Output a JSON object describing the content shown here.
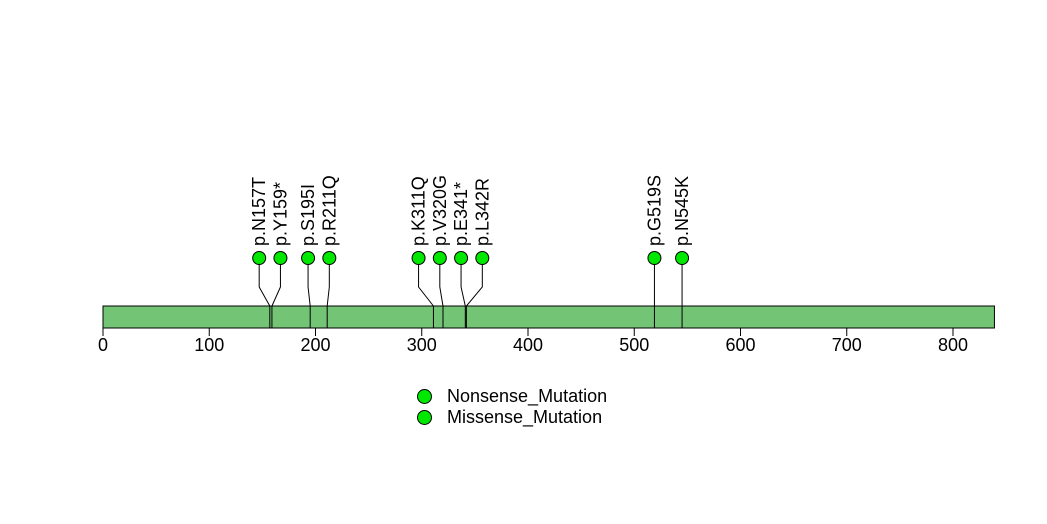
{
  "background_color": "#ffffff",
  "chart_data": {
    "type": "lollipop",
    "title": "",
    "protein": {
      "start": 0,
      "end": 839,
      "bar_color": "#74C476",
      "bar_border_color": "#000000"
    },
    "axis": {
      "ticks": [
        0,
        100,
        200,
        300,
        400,
        500,
        600,
        700,
        800
      ],
      "tick_color": "#000000",
      "label_color": "#000000"
    },
    "marker": {
      "fill": "#00E800",
      "stroke": "#000000"
    },
    "mutations": [
      {
        "label": "p.N157T",
        "position": 157,
        "label_anchor": 147,
        "type": "Missense_Mutation"
      },
      {
        "label": "p.Y159*",
        "position": 159,
        "label_anchor": 167,
        "type": "Nonsense_Mutation"
      },
      {
        "label": "p.S195I",
        "position": 195,
        "label_anchor": 193,
        "type": "Missense_Mutation"
      },
      {
        "label": "p.R211Q",
        "position": 211,
        "label_anchor": 213,
        "type": "Missense_Mutation"
      },
      {
        "label": "p.K311Q",
        "position": 311,
        "label_anchor": 297,
        "type": "Missense_Mutation"
      },
      {
        "label": "p.V320G",
        "position": 320,
        "label_anchor": 317,
        "type": "Missense_Mutation"
      },
      {
        "label": "p.E341*",
        "position": 341,
        "label_anchor": 337,
        "type": "Nonsense_Mutation"
      },
      {
        "label": "p.L342R",
        "position": 342,
        "label_anchor": 357,
        "type": "Missense_Mutation"
      },
      {
        "label": "p.G519S",
        "position": 519,
        "label_anchor": 519,
        "type": "Missense_Mutation"
      },
      {
        "label": "p.N545K",
        "position": 545,
        "label_anchor": 545,
        "type": "Missense_Mutation"
      }
    ],
    "legend": [
      {
        "label": "Nonsense_Mutation",
        "color": "#00E800"
      },
      {
        "label": "Missense_Mutation",
        "color": "#00E800"
      }
    ]
  }
}
